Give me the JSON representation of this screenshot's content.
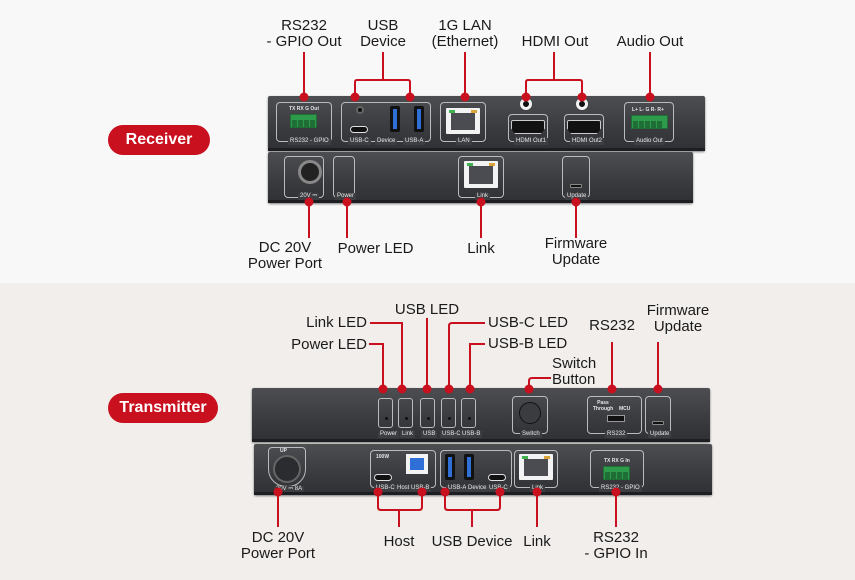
{
  "colors": {
    "accent": "#c8101e",
    "top_bg": "#f8f8f8",
    "bottom_bg": "#f1eeec",
    "device": "#3c3e42"
  },
  "receiver": {
    "badge": "Receiver",
    "top_callouts": {
      "rs232_gpio_out": [
        "RS232",
        "- GPIO Out"
      ],
      "usb_device": [
        "USB",
        "Device"
      ],
      "lan": [
        "1G LAN",
        "(Ethernet)"
      ],
      "hdmi_out": "HDMI Out",
      "audio_out": "Audio Out"
    },
    "bottom_callouts": {
      "dc_power": [
        "DC 20V",
        "Power Port"
      ],
      "power_led": "Power LED",
      "link": "Link",
      "firmware": [
        "Firmware",
        "Update"
      ]
    },
    "front_panel_labels": {
      "rs232_gpio": "RS232 - GPIO",
      "terminal_pins": "TX RX G Out",
      "usb_c": "USB-C",
      "device": "Device",
      "usb_a": "USB-A",
      "lan": "LAN",
      "hdmi1": "HDMI Out1",
      "hdmi2": "HDMI Out2",
      "audio_pins": "L+ L- G R- R+",
      "audio_out": "Audio Out"
    },
    "rear_panel_labels": {
      "power_in": "20V ⎓",
      "power": "Power",
      "link": "Link",
      "update": "Update"
    }
  },
  "transmitter": {
    "badge": "Transmitter",
    "top_callouts": {
      "link_led": "Link LED",
      "power_led": "Power LED",
      "usb_led": "USB LED",
      "usbc_led": "USB-C LED",
      "usbb_led": "USB-B LED",
      "switch": [
        "Switch",
        "Button"
      ],
      "rs232": "RS232",
      "firmware": [
        "Firmware",
        "Update"
      ]
    },
    "bottom_callouts": {
      "dc_power": [
        "DC 20V",
        "Power Port"
      ],
      "host": "Host",
      "usb_device": "USB Device",
      "link": "Link",
      "rs232_gpio_in": [
        "RS232",
        "- GPIO In"
      ]
    },
    "front_panel_labels": {
      "leds": [
        "Power",
        "Link",
        "USB",
        "USB-C",
        "USB-B"
      ],
      "switch": "Switch",
      "rs232_modes": [
        "Pass Through",
        "MCU"
      ],
      "rs232": "RS232",
      "update": "Update"
    },
    "rear_panel_labels": {
      "power_in": "20V ⎓ 8A",
      "up": "UP",
      "watt": "100W",
      "usb_c_host": "USB-C",
      "host": "Host",
      "usb_b": "USB-B",
      "usb_a": "USB-A",
      "device": "Device",
      "usb_c_dev": "USB-C",
      "link": "Link",
      "terminal_pins": "TX RX G In",
      "rs232_gpio": "RS232 - GPIO"
    }
  }
}
